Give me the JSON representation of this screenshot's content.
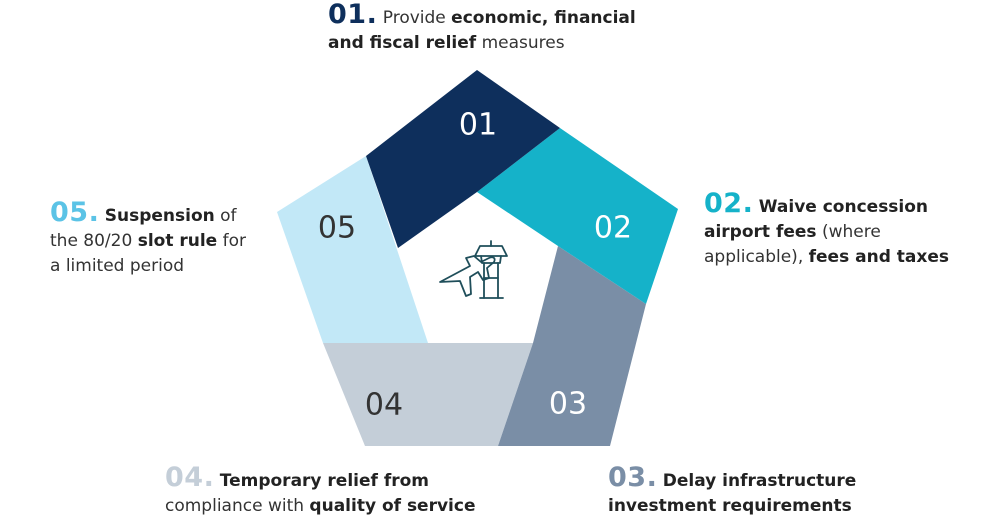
{
  "segments": [
    {
      "label": "01",
      "color": "#0e2f5c",
      "text_color": "#ffffff"
    },
    {
      "label": "02",
      "color": "#15b2c9",
      "text_color": "#ffffff"
    },
    {
      "label": "03",
      "color": "#7a8ea6",
      "text_color": "#ffffff"
    },
    {
      "label": "04",
      "color": "#c4ced8",
      "text_color": "#333333"
    },
    {
      "label": "05",
      "color": "#c2e8f7",
      "text_color": "#333333"
    }
  ],
  "center_icon": "plane-and-control-tower-icon",
  "icon_color": "#1f4e5a",
  "captions": {
    "c01": {
      "num": "01.",
      "p1": "Provide ",
      "b1": "economic, financial",
      "b2": "and fiscal relief",
      "p2": " measures"
    },
    "c02": {
      "num": "02.",
      "b1": "Waive concession",
      "b2": "airport fees",
      "p1": " (where",
      "p2": "applicable), ",
      "b3": "fees and taxes"
    },
    "c03": {
      "num": "03.",
      "b1": "Delay infrastructure",
      "b2": "investment requirements"
    },
    "c04": {
      "num": "04.",
      "b1": "Temporary relief from",
      "p1": "compliance with ",
      "b2": "quality of service"
    },
    "c05": {
      "num": "05.",
      "b1": "Suspension",
      "p1": " of",
      "p2": "the 80/20 ",
      "b2": "slot rule",
      "p3": " for",
      "p4": "a limited period"
    }
  }
}
